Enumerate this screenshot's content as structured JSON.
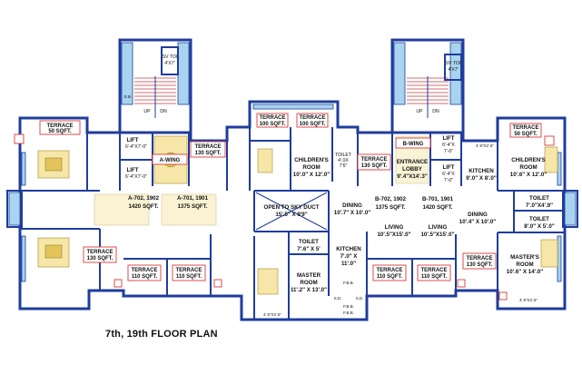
{
  "plan_title": "7th, 19th FLOOR PLAN",
  "wings": {
    "a": "A-WING",
    "b": "B-WING"
  },
  "stairs": {
    "up": "UP",
    "dn": "DN"
  },
  "shafts": {
    "left_title": "SV TOI",
    "left_dim": "4'X7'",
    "right_title": "SV TOI",
    "right_dim": "4'X7'",
    "eb": "E.B."
  },
  "lifts": {
    "a1": {
      "name": "LIFT",
      "dim": "6'-4\"X7'-0\""
    },
    "a2": {
      "name": "LIFT",
      "dim": "6'-4\"X7'-0\""
    },
    "b1": {
      "name": "LIFT",
      "dim": "6'-4\"X",
      "dim2": "7'-0\""
    },
    "b2": {
      "name": "LIFT",
      "dim": "6'-4\"X",
      "dim2": "7'-0\""
    }
  },
  "terraces": {
    "t_top_left_50": {
      "name": "TERRACE",
      "area": "50 SQFT."
    },
    "t_a_130": {
      "name": "TERRACE",
      "area": "130 SQFT."
    },
    "t_top_100_a": {
      "name": "TERRACE",
      "area": "100 SQFT."
    },
    "t_top_100_b": {
      "name": "TERRACE",
      "area": "100 SQFT."
    },
    "t_b_130": {
      "name": "TERRACE",
      "area": "130 SQFT."
    },
    "t_top_right_50": {
      "name": "TERRACE",
      "area": "50 SQFT."
    },
    "t_left_130": {
      "name": "TERRACE",
      "area": "130 SQFT."
    },
    "t_bot_110_a": {
      "name": "TERRACE",
      "area": "110 SQFT."
    },
    "t_bot_110_b": {
      "name": "TERRACE",
      "area": "110 SQFT."
    },
    "t_bot_110_c": {
      "name": "TERRACE",
      "area": "110 SQFT."
    },
    "t_bot_110_d": {
      "name": "TERRACE",
      "area": "110 SQFT."
    },
    "t_right_130": {
      "name": "TERRACE",
      "area": "130 SQFT."
    }
  },
  "flats": {
    "a702": {
      "name": "A-702, 1902",
      "area": "1420 SQFT."
    },
    "a701": {
      "name": "A-701, 1901",
      "area": "1375 SQFT."
    },
    "b702": {
      "name": "B-702, 1902",
      "area": "1375 SQFT."
    },
    "b701": {
      "name": "B-701, 1901",
      "area": "1420 SQFT."
    }
  },
  "rooms": {
    "children_a": {
      "name": "CHILDREN'S",
      "name2": "ROOM",
      "dim": "10'.0\" X 12'.0\""
    },
    "toilet_a_top": {
      "name": "TOILET",
      "dim": "4'.0X",
      "dim2": "7'6\""
    },
    "duct": {
      "name": "OPEN TO SKY DUCT",
      "dim": "15'.5\" X 9'9\""
    },
    "dining_a": {
      "name": "DINING",
      "dim": "10'.7\" X 10'.0\""
    },
    "living_a": {
      "name": "LIVING",
      "dim": "10'.5\"X15'.0\""
    },
    "toilet_a_mid": {
      "name": "TOILET",
      "dim": "7'.6\" X 5'"
    },
    "kitchen_a": {
      "name": "KITCHEN",
      "dim": "7'.0\" X",
      "dim2": "11'.0\""
    },
    "master_a": {
      "name": "MASTER",
      "name2": "ROOM",
      "dim": "11'.2\" X 13'.0\""
    },
    "entrance": {
      "name": "ENTRANCE",
      "name2": "LOBBY",
      "dim": "9'.4\"X14'.3\""
    },
    "living_b": {
      "name": "LIVING",
      "dim": "10'.5\"X15'.0\""
    },
    "dining_b": {
      "name": "DINING",
      "dim": "10'.4\" X 10'.0\""
    },
    "kitchen_b": {
      "name": "KITCHEN",
      "dim": "9'.0\" X 8'.0\""
    },
    "children_b": {
      "name": "CHILDREN'S",
      "name2": "ROOM",
      "dim": "10'.6\" X 12'.0\""
    },
    "toilet_b1": {
      "name": "TOILET",
      "dim": "7'.0\"X4'.9\""
    },
    "toilet_b2": {
      "name": "TOILET",
      "dim": "8'.0\" X 5'.0\""
    },
    "master_b": {
      "name": "MASTER'S",
      "name2": "ROOM",
      "dim": "10'.6\" X 14'.0\""
    }
  },
  "misc": {
    "fbb1": "F.B.B.",
    "fbb2": "F.B.B.",
    "fbb3": "F.B.B.",
    "sd1": "S.D.",
    "sd2": "S.D.",
    "dim_bottom_a": "4'.9\"X2'.5\"",
    "dim_bottom_b": "4'.9\"X2'.5\"",
    "dim_top_b": "4'.9\"X2'.5\""
  }
}
